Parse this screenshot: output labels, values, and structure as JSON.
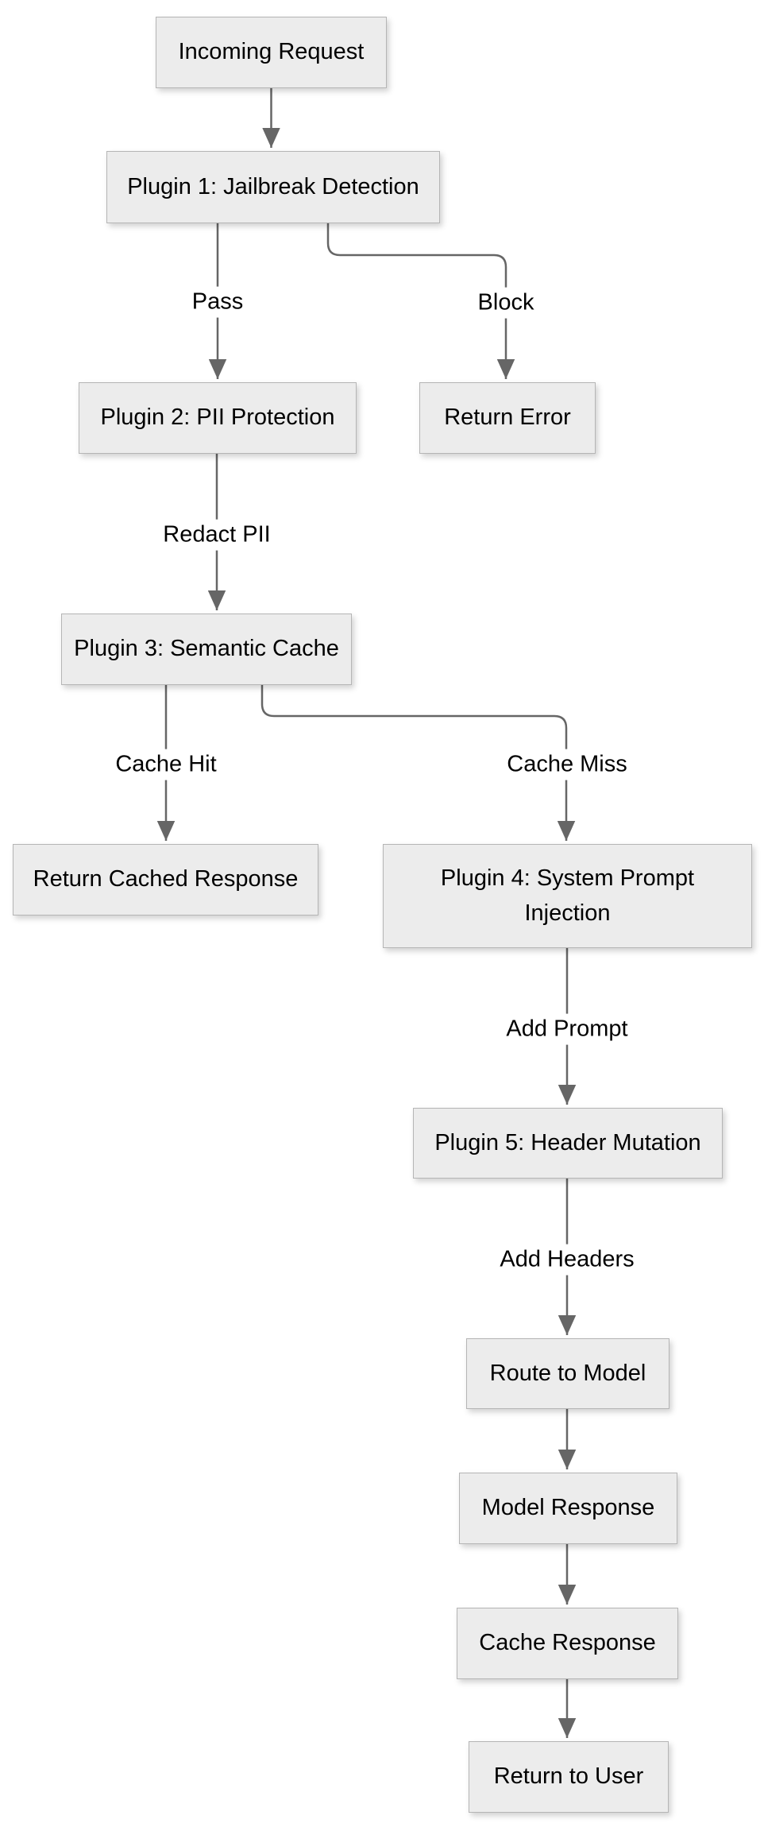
{
  "diagram": {
    "title": "LLM Gateway Plugin Pipeline Flowchart",
    "nodes": {
      "incoming_request": "Incoming Request",
      "plugin1": "Plugin 1: Jailbreak Detection",
      "plugin2": "Plugin 2: PII Protection",
      "return_error": "Return Error",
      "plugin3": "Plugin 3: Semantic Cache",
      "return_cached_response": "Return Cached Response",
      "plugin4": "Plugin 4: System Prompt Injection",
      "plugin5": "Plugin 5: Header Mutation",
      "route_to_model": "Route to Model",
      "model_response": "Model Response",
      "cache_response": "Cache Response",
      "return_to_user": "Return to User"
    },
    "edge_labels": {
      "pass": "Pass",
      "block": "Block",
      "redact_pii": "Redact PII",
      "cache_hit": "Cache Hit",
      "cache_miss": "Cache Miss",
      "add_prompt": "Add Prompt",
      "add_headers": "Add Headers"
    },
    "colors": {
      "background": "#ffffff",
      "node_fill": "#ececec",
      "node_border": "#b5b5b5",
      "edge_stroke": "#666666",
      "arrowhead_fill": "#666666",
      "text": "#000000"
    }
  }
}
